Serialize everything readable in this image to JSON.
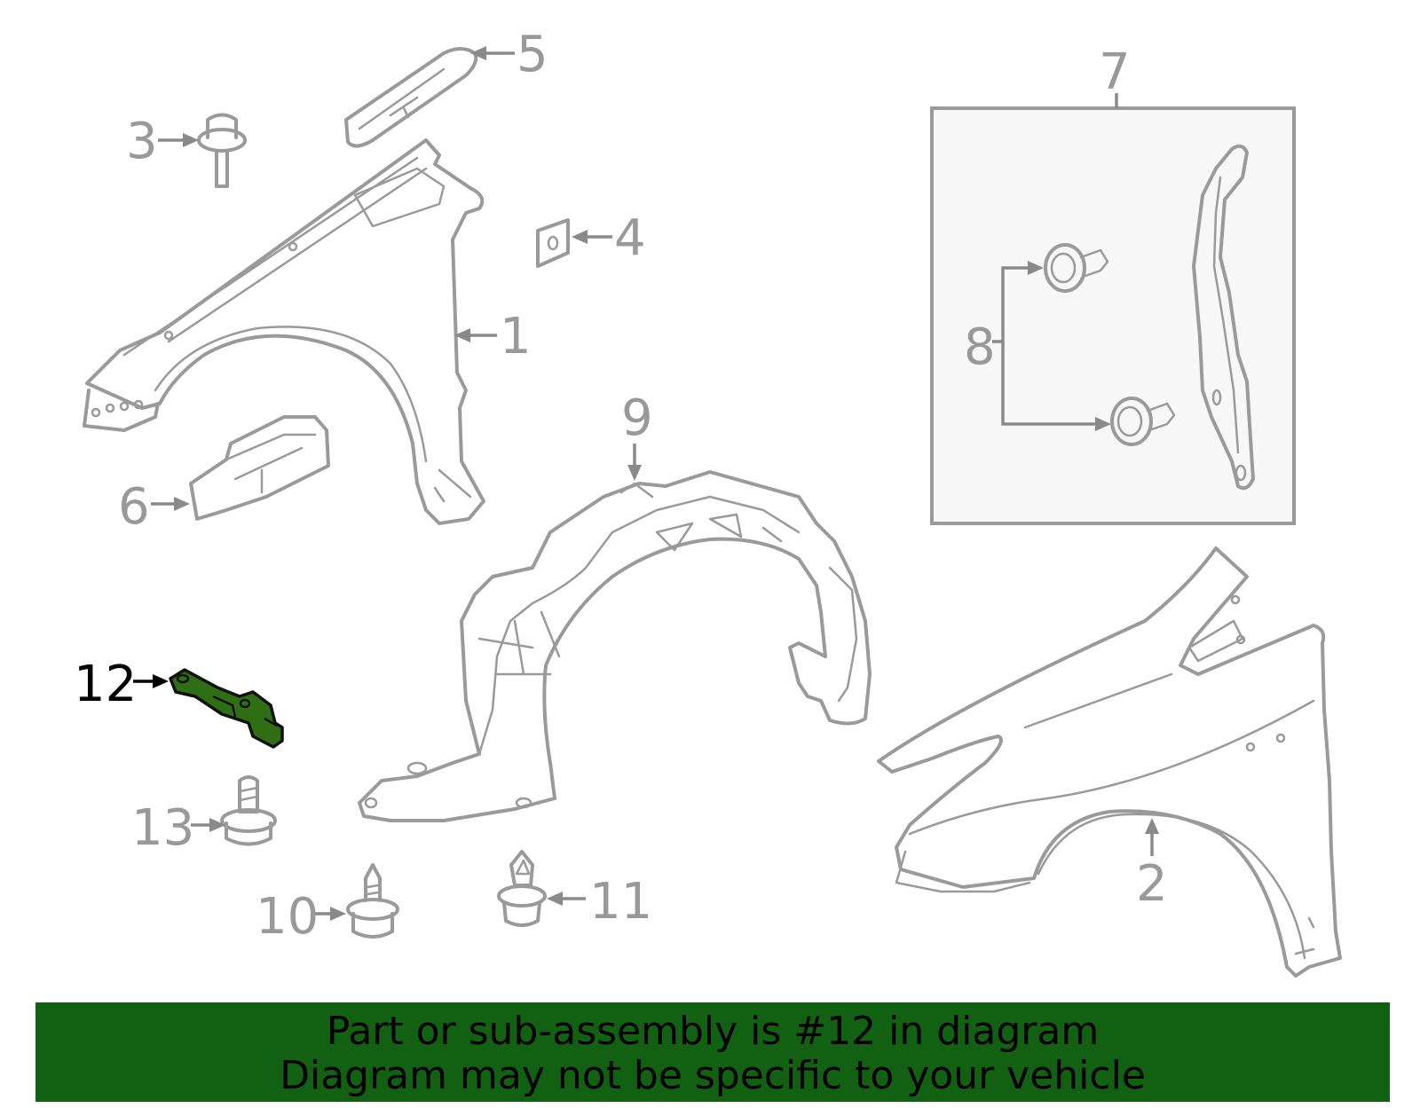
{
  "diagram": {
    "callouts": [
      {
        "id": "1",
        "label": "1",
        "highlighted": false
      },
      {
        "id": "2",
        "label": "2",
        "highlighted": false
      },
      {
        "id": "3",
        "label": "3",
        "highlighted": false
      },
      {
        "id": "4",
        "label": "4",
        "highlighted": false
      },
      {
        "id": "5",
        "label": "5",
        "highlighted": false
      },
      {
        "id": "6",
        "label": "6",
        "highlighted": false
      },
      {
        "id": "7",
        "label": "7",
        "highlighted": false
      },
      {
        "id": "8",
        "label": "8",
        "highlighted": false
      },
      {
        "id": "9",
        "label": "9",
        "highlighted": false
      },
      {
        "id": "10",
        "label": "10",
        "highlighted": false
      },
      {
        "id": "11",
        "label": "11",
        "highlighted": false
      },
      {
        "id": "12",
        "label": "12",
        "highlighted": true
      },
      {
        "id": "13",
        "label": "13",
        "highlighted": false
      }
    ],
    "highlight_color": "#2f6e12",
    "line_color": "#9a9a9a"
  },
  "footer": {
    "line1": "Part or sub-assembly is #12 in diagram",
    "line2": "Diagram may not be specific to your vehicle",
    "background": "#126112"
  }
}
